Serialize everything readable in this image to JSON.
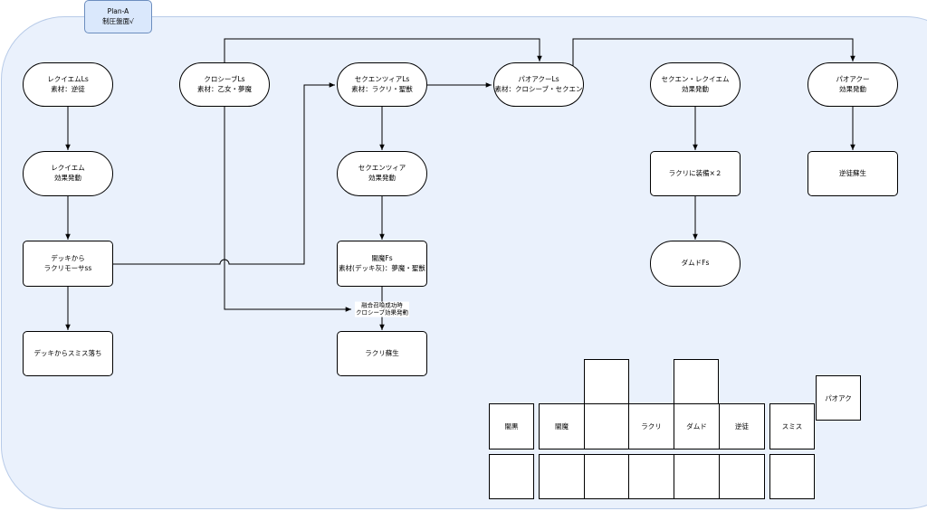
{
  "plan": {
    "line1": "Plan-A",
    "line2": "制圧盤面√"
  },
  "nodes": {
    "requiem_ls": {
      "line1": "レクイエムLs",
      "line2": "素材：逆徒"
    },
    "requiem_eff": {
      "line1": "レクイエム",
      "line2": "効果発動"
    },
    "deck_rakuri": {
      "line1": "デッキから",
      "line2": "ラクリモーサss"
    },
    "deck_smith": {
      "line1": "デッキからスミス落ち"
    },
    "closeave_ls": {
      "line1": "クロシーブLs",
      "line2": "素材：乙女・夢魔"
    },
    "sequentia_ls": {
      "line1": "セクエンツィアLs",
      "line2": "素材：ラクリ・聖獣"
    },
    "sequentia_eff": {
      "line1": "セクエンツィア",
      "line2": "効果発動"
    },
    "yamima_fs": {
      "line1": "闇魔Fs",
      "line2": "素材(デッキ灰)：夢魔・聖獣"
    },
    "rakuri_revive": {
      "line1": "ラクリ蘇生"
    },
    "paoaku_ls": {
      "line1": "パオアクーLs",
      "line2": "素材：クロシーブ・セクエン"
    },
    "seq_req_eff": {
      "line1": "セクエン・レクイエム",
      "line2": "効果発動"
    },
    "rakuri_equip": {
      "line1": "ラクリに装備×２"
    },
    "damudo_fs": {
      "line1": "ダムドFs"
    },
    "paoaku_eff": {
      "line1": "パオアクー",
      "line2": "効果発動"
    },
    "gyakuto_revive": {
      "line1": "逆徒蘇生"
    }
  },
  "edge_labels": {
    "fusion": {
      "line1": "融合召喚成功時",
      "line2": "クロシーブ効果発動"
    }
  },
  "board": {
    "lone_card": "パオアク",
    "field_spell": "闇黒",
    "monster_zones": [
      "闇魔",
      "",
      "ラクリ",
      "ダムド",
      "逆徒"
    ],
    "extra_left": "",
    "extra_right": "",
    "pendulum_right": "スミス"
  }
}
